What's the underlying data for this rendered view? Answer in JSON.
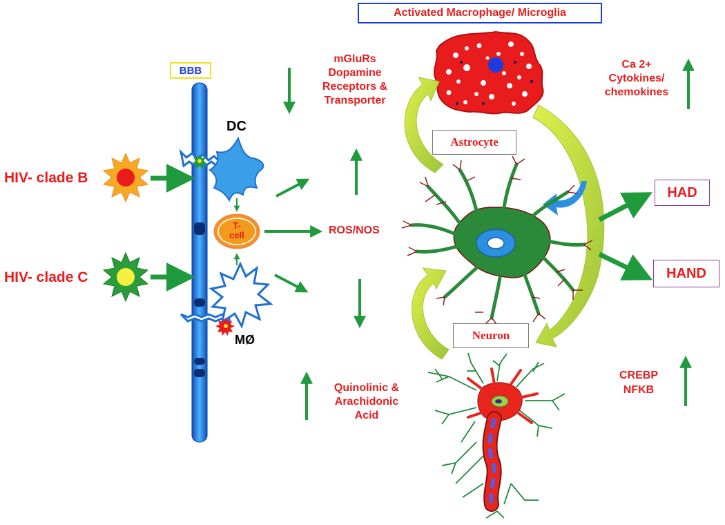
{
  "labels": {
    "bbb": "BBB",
    "dc": "DC",
    "tcell_line1": "T-",
    "tcell_line2": "cell",
    "macrophage_small": "MØ",
    "hiv_clade_b": "HIV- clade B",
    "hiv_clade_c": "HIV- clade C",
    "activated_macrophage": "Activated Macrophage/ Microglia",
    "astrocyte": "Astrocyte",
    "neuron": "Neuron",
    "mglur_line1": "mGluRs",
    "mglur_line2": "Dopamine",
    "mglur_line3": "Receptors &",
    "mglur_line4": "Transporter",
    "ros_nos": "ROS/NOS",
    "quin_line1": "Quinolinic &",
    "quin_line2": "Arachidonic",
    "quin_line3": "Acid",
    "ca_line1": "Ca 2+",
    "ca_line2": "Cytokines/",
    "ca_line3": "chemokines",
    "crebp_line1": "CREBP",
    "crebp_line2": "NFKB",
    "had": "HAD",
    "hand": "HAND"
  },
  "colors": {
    "label_red": "#e81c1c",
    "arrow_green": "#1f9a3c",
    "bbb_blue": "#1f6fd1",
    "astrocyte_green": "#1e8a3a",
    "neuron_red": "#e8251c",
    "yellow_arrow": "#c8e04a"
  }
}
